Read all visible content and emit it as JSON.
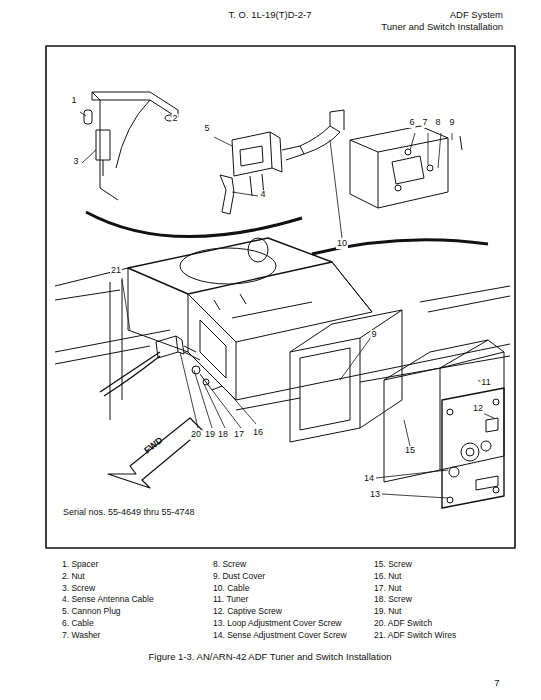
{
  "diagram": {
    "caption": "Figure 1-3. AN/ARN-42 ADF Tuner and Switch Installation",
    "labels": [
      "T. O. 1L-19(T)D-2-7",
      "ADF System",
      "Tuner and Switch Installation",
      "1",
      "2",
      "3",
      "5",
      "6",
      "7",
      "8",
      "9",
      "4",
      "10",
      "21",
      "9",
      "11",
      "12",
      "15",
      "14",
      "13",
      "20",
      "19",
      "18",
      "17",
      "16",
      "FWD",
      "Serial nos. 55-4649 thru 55-4748",
      "1. Spacer",
      "2. Nut",
      "3. Screw",
      "4. Sense Antenna Cable",
      "5. Cannon Plug",
      "6. Cable",
      "7. Washer",
      "8. Screw",
      "9. Dust Cover",
      "10. Cable",
      "11. Tuner",
      "12. Captive Screw",
      "13. Loop Adjustment Cover Screw",
      "14. Sense Adjustment Cover Screw",
      "15. Screw",
      "16. Nut",
      "17. Nut",
      "18. Screw",
      "19. Nut",
      "20. ADF Switch",
      "21. ADF Switch Wires",
      "7"
    ]
  }
}
